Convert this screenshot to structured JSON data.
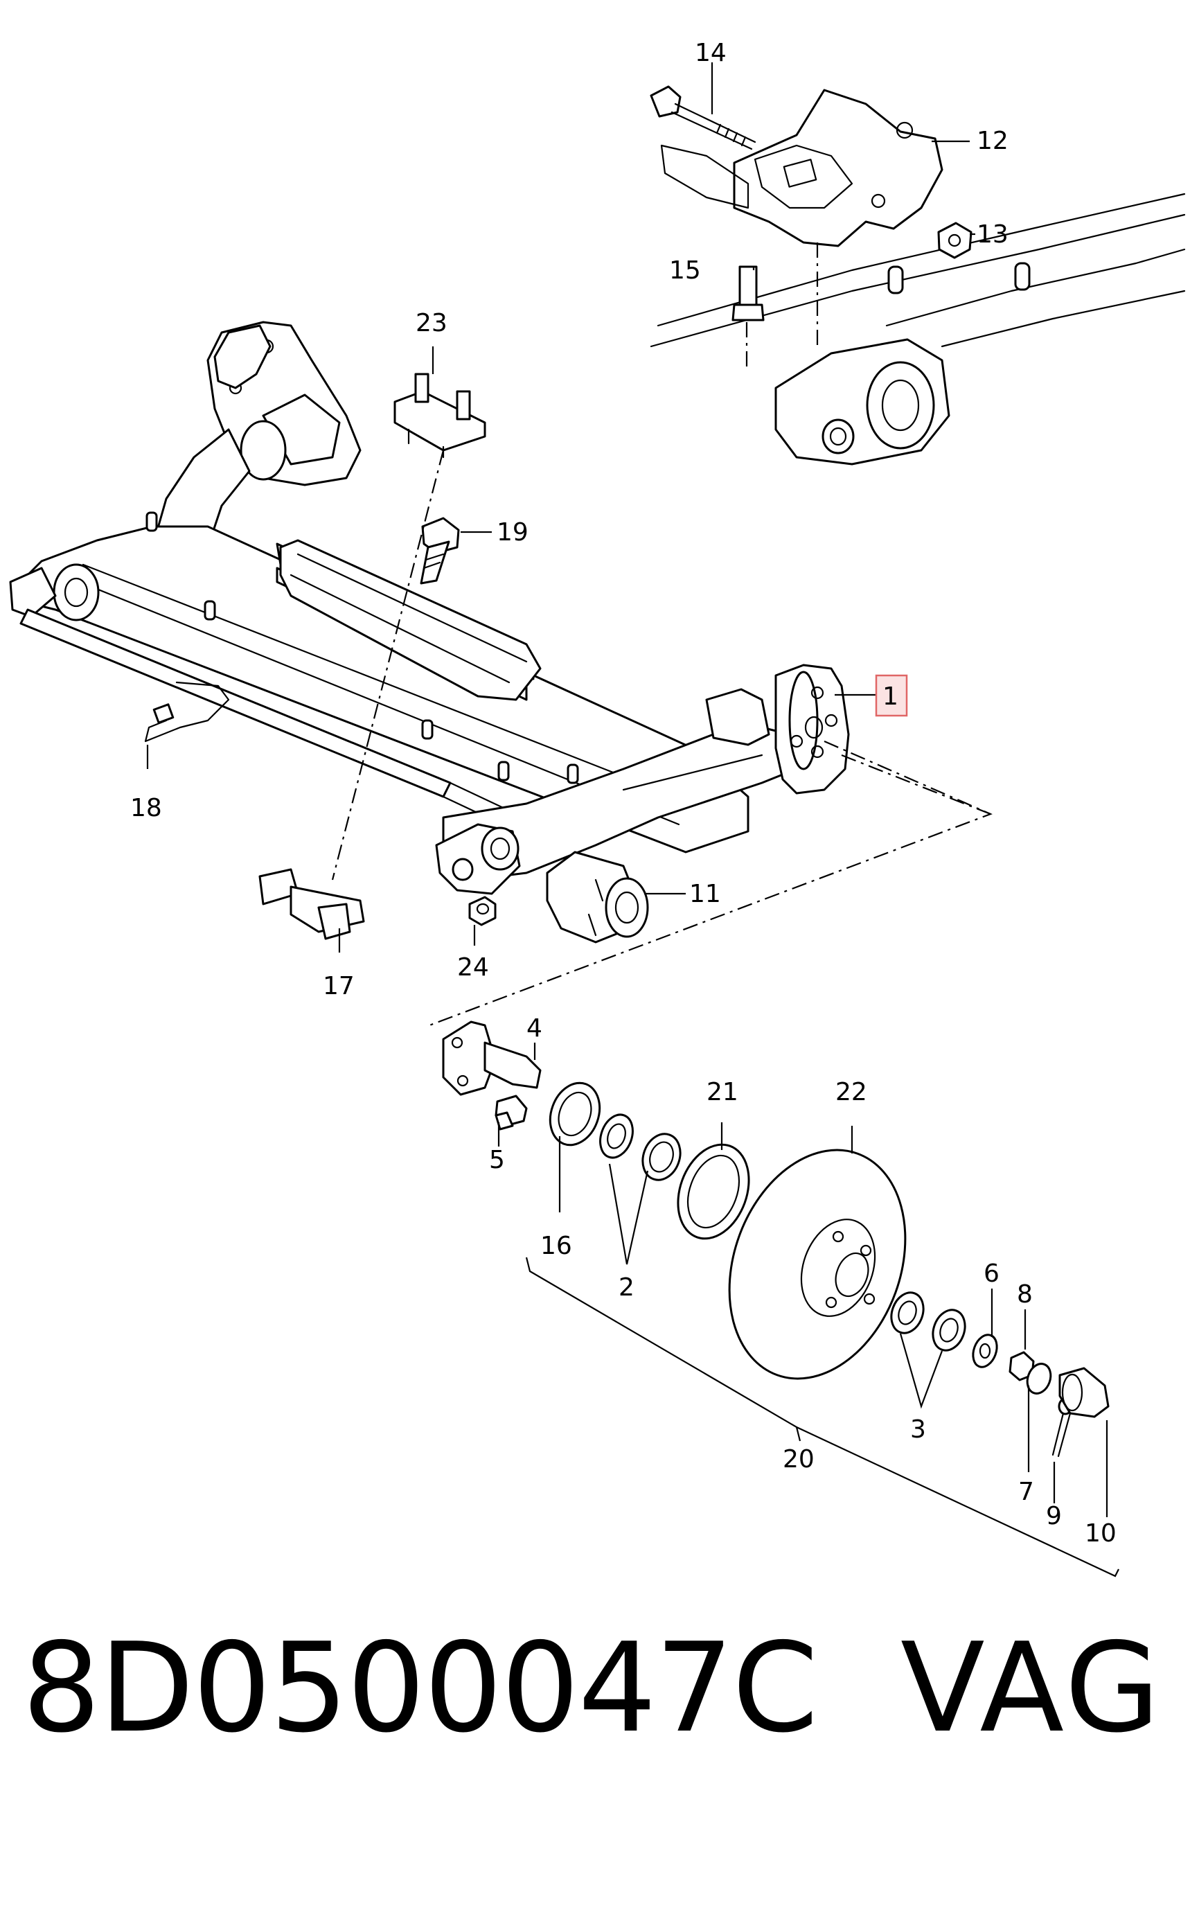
{
  "diagram": {
    "callouts": [
      {
        "id": "1",
        "label": "1",
        "highlighted": true
      },
      {
        "id": "2",
        "label": "2"
      },
      {
        "id": "3",
        "label": "3"
      },
      {
        "id": "4",
        "label": "4"
      },
      {
        "id": "5",
        "label": "5"
      },
      {
        "id": "6",
        "label": "6"
      },
      {
        "id": "7",
        "label": "7"
      },
      {
        "id": "8",
        "label": "8"
      },
      {
        "id": "9",
        "label": "9"
      },
      {
        "id": "10",
        "label": "10"
      },
      {
        "id": "11",
        "label": "11"
      },
      {
        "id": "12",
        "label": "12"
      },
      {
        "id": "13",
        "label": "13"
      },
      {
        "id": "14",
        "label": "14"
      },
      {
        "id": "15",
        "label": "15"
      },
      {
        "id": "16",
        "label": "16"
      },
      {
        "id": "17",
        "label": "17"
      },
      {
        "id": "18",
        "label": "18"
      },
      {
        "id": "19",
        "label": "19"
      },
      {
        "id": "20",
        "label": "20"
      },
      {
        "id": "21",
        "label": "21"
      },
      {
        "id": "22",
        "label": "22"
      },
      {
        "id": "23",
        "label": "23"
      },
      {
        "id": "24",
        "label": "24"
      }
    ],
    "highlight_color": "#e06666"
  },
  "footer": {
    "part_number": "8D0500047C",
    "brand": "VAG"
  }
}
